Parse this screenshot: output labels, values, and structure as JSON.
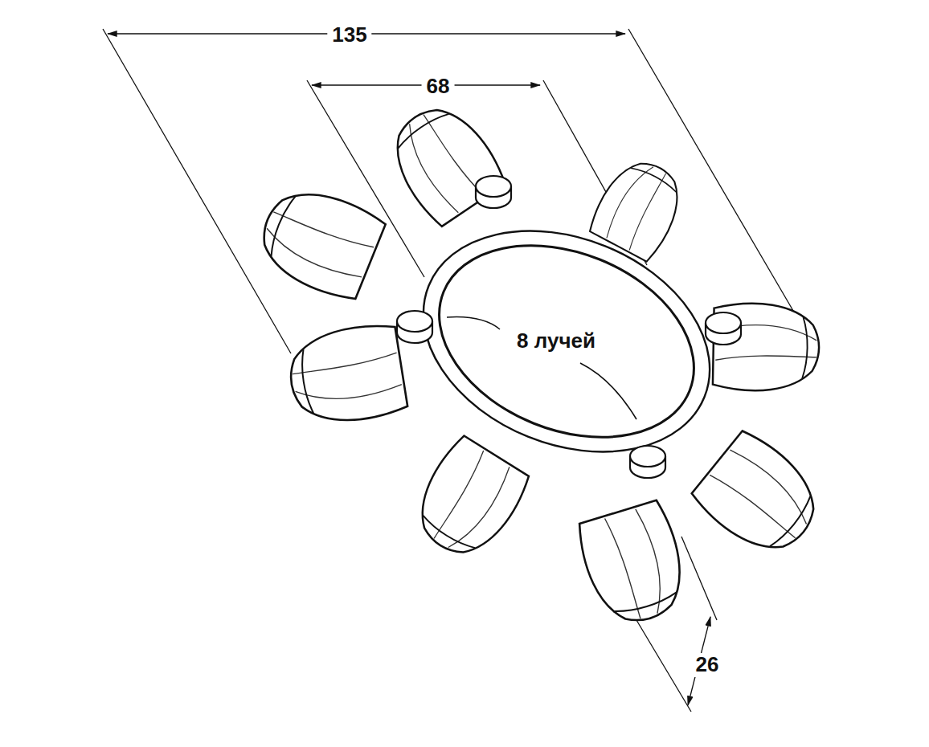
{
  "diagram": {
    "labels": [
      "135",
      "68",
      "8 лучей",
      "26"
    ]
  }
}
